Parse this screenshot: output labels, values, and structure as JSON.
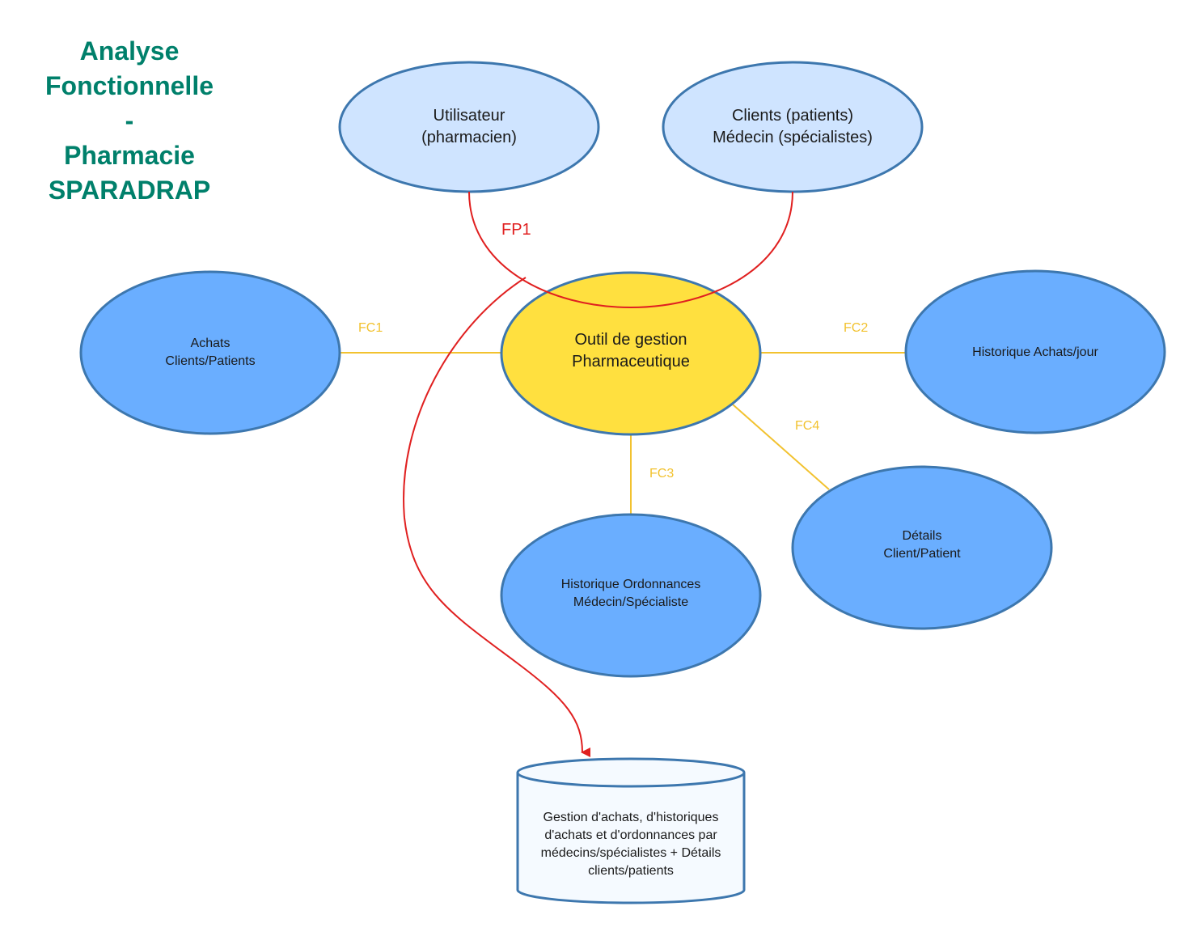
{
  "title": {
    "lines": [
      "Analyse",
      "Fonctionnelle",
      "-",
      "Pharmacie",
      "SPARADRAP"
    ]
  },
  "nodes": {
    "user": {
      "lines": [
        "Utilisateur",
        "(pharmacien)"
      ]
    },
    "clients": {
      "lines": [
        "Clients (patients)",
        "Médecin (spécialistes)"
      ]
    },
    "center": {
      "lines": [
        "Outil de gestion",
        "Pharmaceutique"
      ]
    },
    "achats": {
      "lines": [
        "Achats",
        "Clients/Patients"
      ]
    },
    "hist_achats": {
      "lines": [
        "Historique Achats/jour"
      ]
    },
    "hist_ordo": {
      "lines": [
        "Historique Ordonnances",
        "Médecin/Spécialiste"
      ]
    },
    "details": {
      "lines": [
        "Détails",
        "Client/Patient"
      ]
    },
    "database": {
      "lines": [
        "Gestion d'achats, d'historiques",
        "d'achats et d'ordonnances par",
        "médecins/spécialistes + Détails",
        "clients/patients"
      ]
    }
  },
  "connectors": {
    "fp1": "FP1",
    "fc1": "FC1",
    "fc2": "FC2",
    "fc3": "FC3",
    "fc4": "FC4"
  },
  "colors": {
    "title": "#00806b",
    "actor_fill": "#cfe4ff",
    "function_fill": "#6aaeff",
    "center_fill": "#ffe03f",
    "outline": "#3d77ae",
    "fc_line": "#f2c22f",
    "fp_line": "#e02020",
    "db_fill": "#f5faff"
  }
}
